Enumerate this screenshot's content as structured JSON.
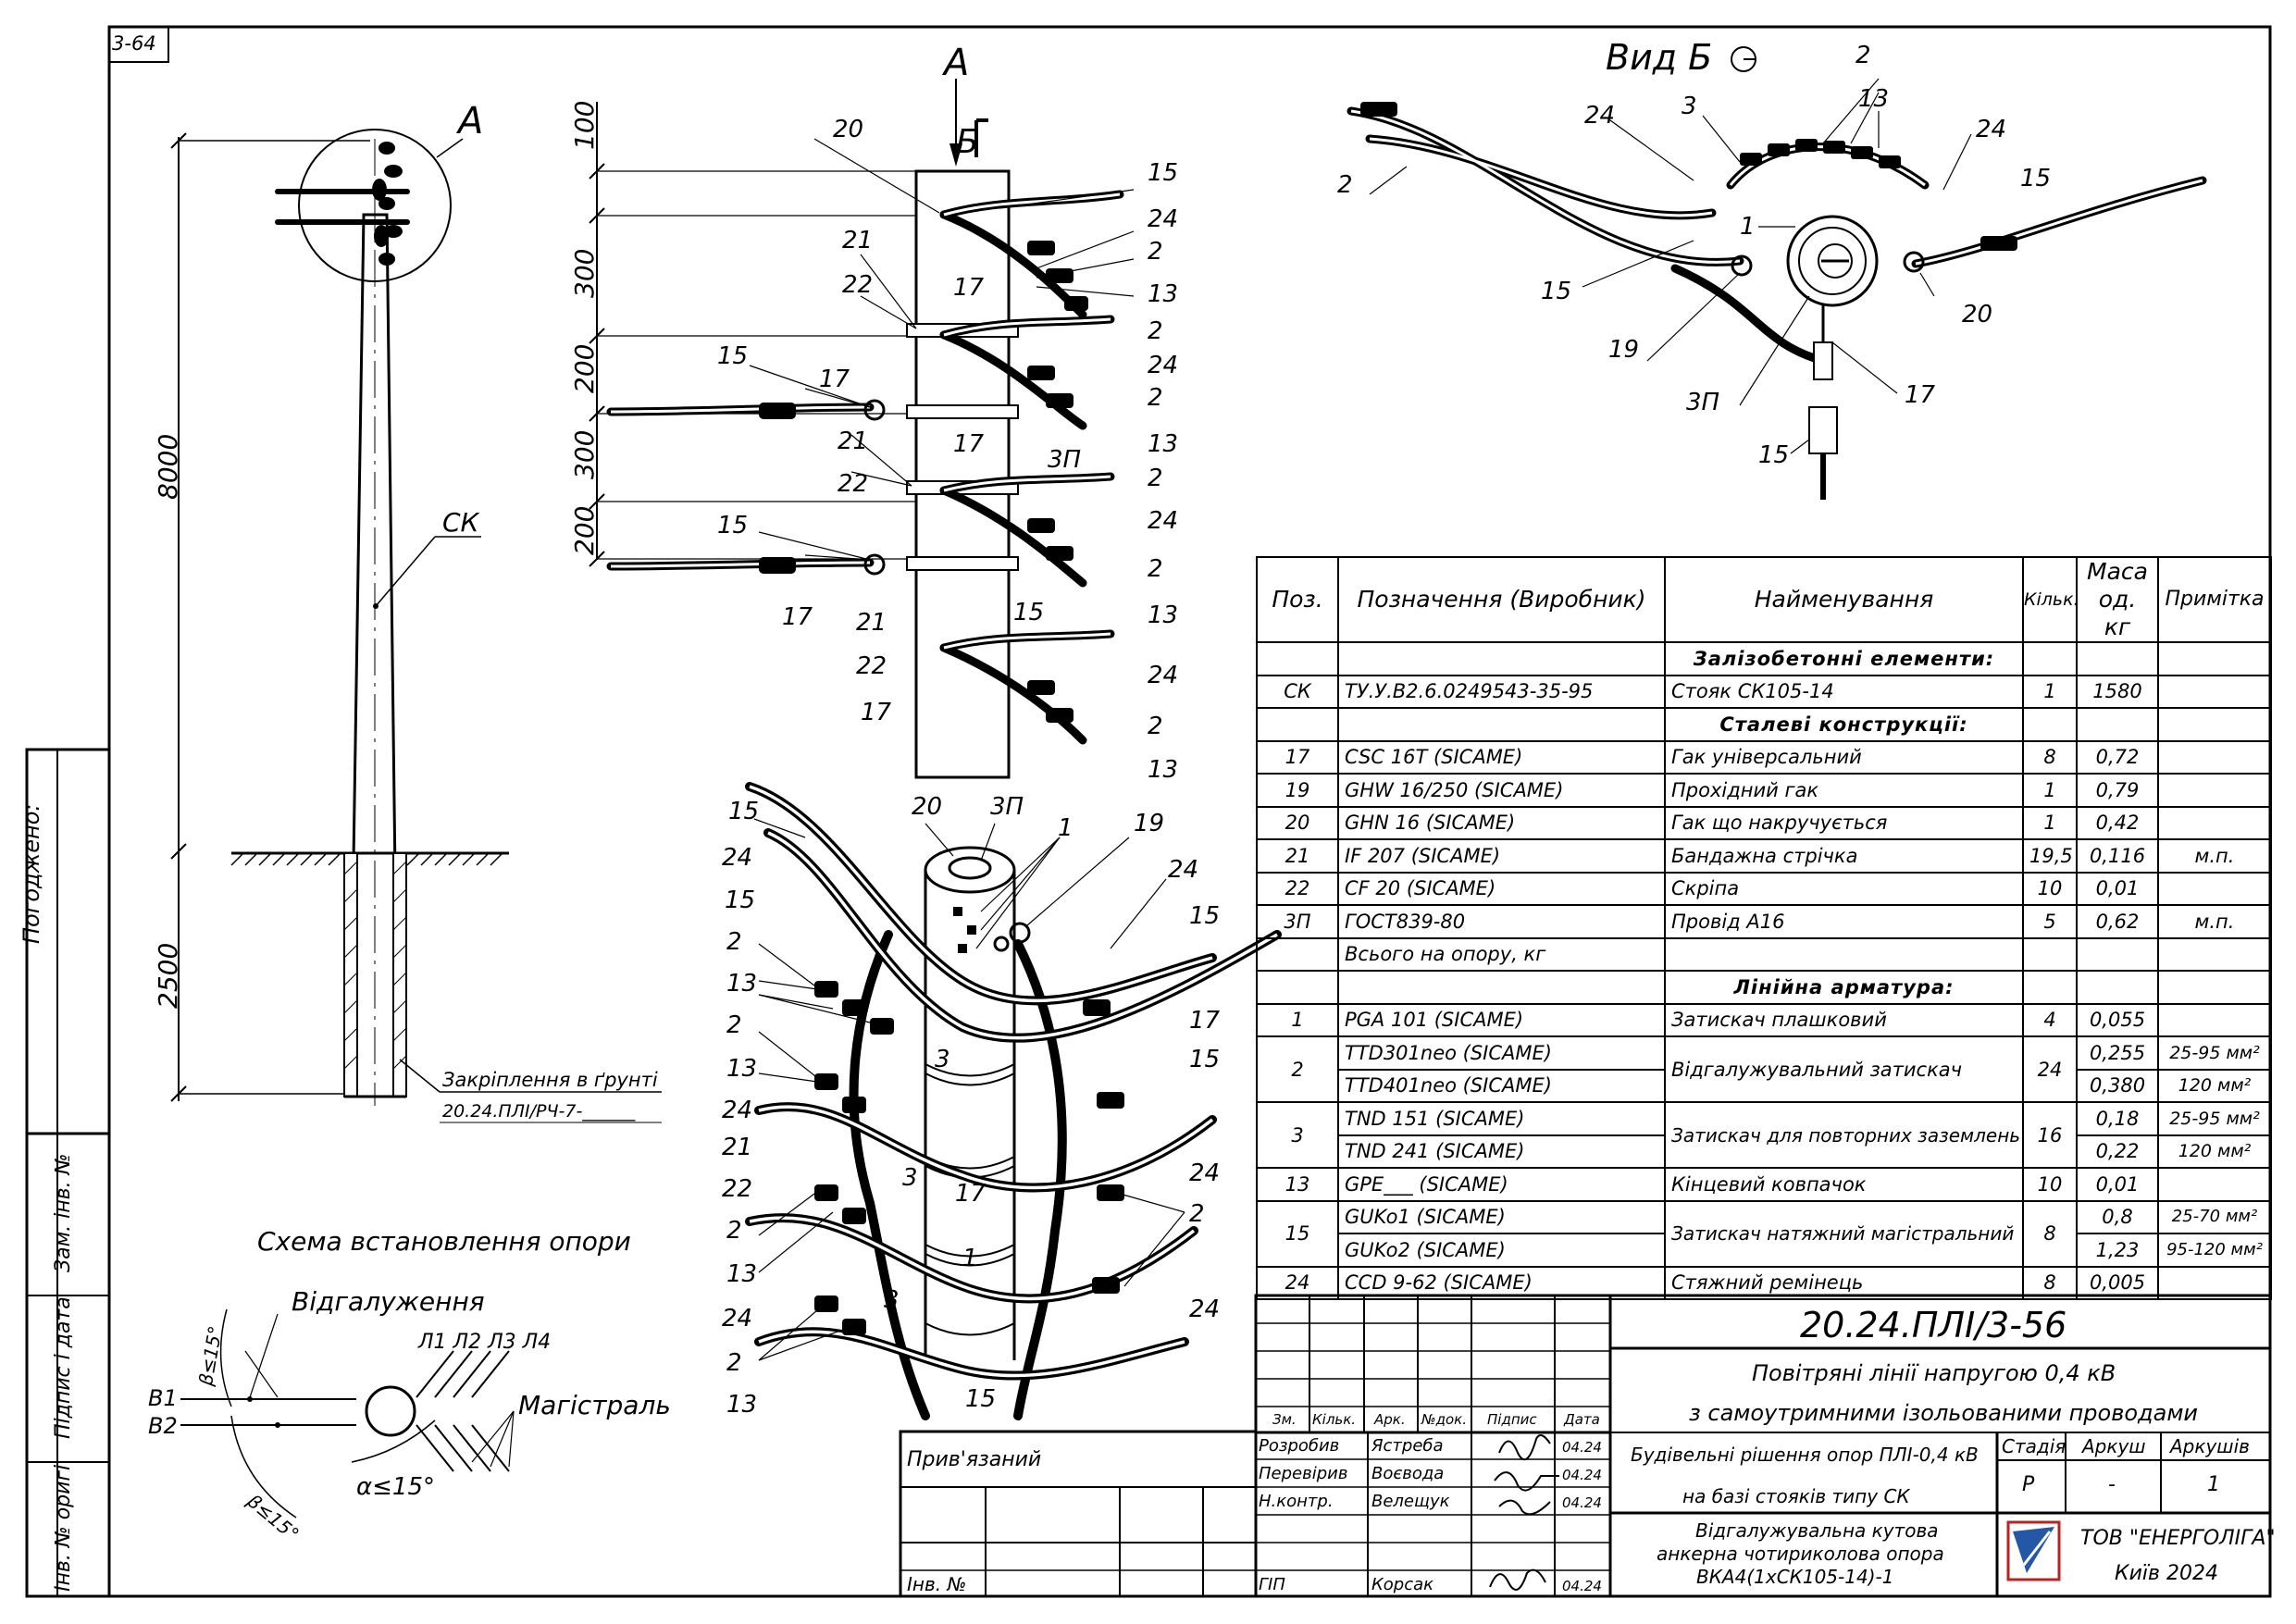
{
  "sheet_code": "3-64",
  "left_strip": {
    "approved": "Погоджено:",
    "replaced_inv": "Зам. інв. №",
    "signature_date": "Підпис і дата",
    "original_inv": "Інв. № оригі"
  },
  "pole_view": {
    "label_A": "A",
    "label_CK": "СК",
    "dim_height": "8000",
    "dim_ground": "2500",
    "ground_fixing_1": "Закріплення в ґрунті",
    "ground_fixing_2": "20.24.ПЛІ/РЧ-7-______"
  },
  "section_view": {
    "label_A": "A",
    "label_B": "Б",
    "dims": [
      "100",
      "300",
      "200",
      "300",
      "200"
    ],
    "callouts": [
      "20",
      "15",
      "24",
      "2",
      "13",
      "21",
      "22",
      "17",
      "2",
      "24",
      "15",
      "17",
      "2",
      "13",
      "21",
      "17",
      "3П",
      "2",
      "22",
      "15",
      "24",
      "2",
      "13",
      "17",
      "21",
      "15",
      "22",
      "24",
      "17",
      "2",
      "13"
    ]
  },
  "view_b": {
    "title": "Вид Б",
    "callouts": [
      "2",
      "24",
      "3",
      "2",
      "13",
      "24",
      "15",
      "1",
      "15",
      "20",
      "19",
      "3П",
      "17",
      "15"
    ]
  },
  "iso_view": {
    "callouts": [
      "15",
      "20",
      "3П",
      "1",
      "19",
      "24",
      "24",
      "15",
      "15",
      "2",
      "13",
      "2",
      "13",
      "17",
      "15",
      "24",
      "21",
      "22",
      "24",
      "2",
      "13",
      "3",
      "17",
      "3",
      "2",
      "24",
      "24",
      "2",
      "13",
      "15",
      "1",
      "3"
    ]
  },
  "scheme": {
    "title": "Схема встановлення опори",
    "branch": "Відгалуження",
    "main": "Магістраль",
    "b1": "В1",
    "b2": "В2",
    "lines": "Л1 Л2 Л3 Л4",
    "alpha": "α≤15°",
    "beta_top": "β≤15°",
    "beta_bottom": "β≤15°"
  },
  "spec_table": {
    "headers": {
      "pos": "Поз.",
      "designation": "Позначення (Виробник)",
      "name": "Найменування",
      "qty": "Кільк.",
      "mass": "Маса од. кг",
      "note": "Примітка"
    },
    "section_concrete": "Залізобетонні елементи:",
    "section_steel": "Сталеві конструкції:",
    "section_fittings": "Лінійна арматура:",
    "rows": [
      {
        "pos": "СК",
        "des": "ТУ.У.В2.6.0249543-35-95",
        "name": "Стояк СК105-14",
        "qty": "1",
        "mass": "1580",
        "note": ""
      },
      {
        "pos": "17",
        "des": "CSC 16T   (SICAME)",
        "name": "Гак універсальний",
        "qty": "8",
        "mass": "0,72",
        "note": ""
      },
      {
        "pos": "19",
        "des": "GHW 16/250   (SICAME)",
        "name": "Прохідний гак",
        "qty": "1",
        "mass": "0,79",
        "note": ""
      },
      {
        "pos": "20",
        "des": "GHN 16   (SICAME)",
        "name": "Гак що накручується",
        "qty": "1",
        "mass": "0,42",
        "note": ""
      },
      {
        "pos": "21",
        "des": "IF 207   (SICAME)",
        "name": "Бандажна стрічка",
        "qty": "19,5",
        "mass": "0,116",
        "note": "м.п."
      },
      {
        "pos": "22",
        "des": "CF 20   (SICAME)",
        "name": "Скріпа",
        "qty": "10",
        "mass": "0,01",
        "note": ""
      },
      {
        "pos": "3П",
        "des": "ГОСТ839-80",
        "name": "Провід А16",
        "qty": "5",
        "mass": "0,62",
        "note": "м.п."
      },
      {
        "pos": "",
        "des": "Всього на опору, кг",
        "name": "",
        "qty": "",
        "mass": "",
        "note": ""
      },
      {
        "pos": "1",
        "des": "PGA 101   (SICAME)",
        "name": "Затискач плашковий",
        "qty": "4",
        "mass": "0,055",
        "note": ""
      },
      {
        "pos": "2",
        "des": "TTD301neo   (SICAME)",
        "des2": "TTD401neo   (SICAME)",
        "name": "Відгалужувальний затискач",
        "qty": "24",
        "mass": "0,255",
        "mass2": "0,380",
        "note": "25-95 мм²",
        "note2": "120 мм²"
      },
      {
        "pos": "3",
        "des": "TND 151   (SICAME)",
        "des2": "TND 241   (SICAME)",
        "name": "Затискач для повторних заземлень",
        "qty": "16",
        "mass": "0,18",
        "mass2": "0,22",
        "note": "25-95 мм²",
        "note2": "120 мм²"
      },
      {
        "pos": "13",
        "des": "GPE___   (SICAME)",
        "name": "Кінцевий ковпачок",
        "qty": "10",
        "mass": "0,01",
        "note": ""
      },
      {
        "pos": "15",
        "des": "GUKo1   (SICAME)",
        "des2": "GUKo2   (SICAME)",
        "name": "Затискач натяжний магістральний",
        "qty": "8",
        "mass": "0,8",
        "mass2": "1,23",
        "note": "25-70 мм²",
        "note2": "95-120 мм²"
      },
      {
        "pos": "24",
        "des": "CCD 9-62   (SICAME)",
        "name": "Стяжний ремінець",
        "qty": "8",
        "mass": "0,005",
        "note": ""
      }
    ]
  },
  "title_block": {
    "doc_code": "20.24.ПЛІ/3-56",
    "project_1": "Повітряні лінії напругою 0,4 кВ",
    "project_2": "з самоутримними ізольованими проводами",
    "section_1": "Будівельні рішення опор ПЛІ-0,4 кВ",
    "section_2": "на базі стояків типу СК",
    "drawing_1": "Відгалужувальна кутова",
    "drawing_2": "анкерна чотириколова опора",
    "drawing_3": "ВКА4(1хСК105-14)-1",
    "stage_label": "Стадія",
    "sheet_label": "Аркуш",
    "sheets_label": "Аркушів",
    "stage": "Р",
    "sheet": "-",
    "sheets": "1",
    "company": "ТОВ \"ЕНЕРГОЛІГА\"",
    "city_year": "Київ 2024",
    "cols": [
      "Зм.",
      "Кільк.",
      "Арк.",
      "№док.",
      "Підпис",
      "Дата"
    ],
    "roles": [
      {
        "role": "Розробив",
        "name": "Ястреба",
        "date": "04.24"
      },
      {
        "role": "Перевірив",
        "name": "Воєвода",
        "date": "04.24"
      },
      {
        "role": "Н.контр.",
        "name": "Велещук",
        "date": "04.24"
      },
      {
        "role": "ГІП",
        "name": "Корсак",
        "date": "04.24"
      }
    ],
    "linked": "Прив'язаний",
    "inv_no": "Інв. №"
  }
}
